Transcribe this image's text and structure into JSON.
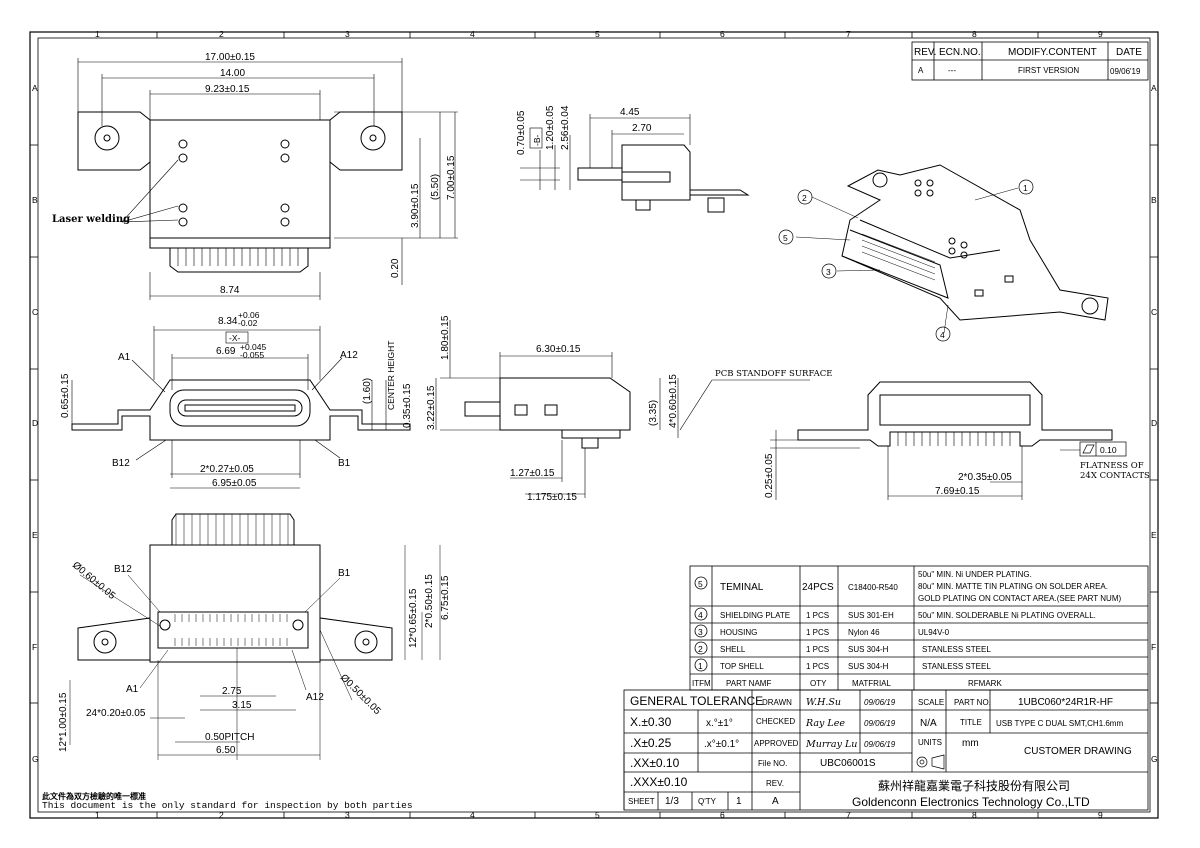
{
  "grid": {
    "cols": [
      "1",
      "2",
      "3",
      "4",
      "5",
      "6",
      "7",
      "8",
      "9"
    ],
    "rows": [
      "A",
      "B",
      "C",
      "D",
      "E",
      "F",
      "G"
    ]
  },
  "revision": {
    "headers": [
      "REV.",
      "ECN.NO.",
      "MODIFY.CONTENT",
      "DATE"
    ],
    "row": [
      "A",
      "---",
      "FIRST VERSION",
      "09/06'19"
    ]
  },
  "top_view": {
    "dims": [
      "17.00±0.15",
      "14.00",
      "9.23±0.15",
      "8.74",
      "3.90±0.15",
      "(5.50)",
      "7.00±0.15",
      "0.20"
    ],
    "laser_label": "Laser welding"
  },
  "side_top": {
    "dims": [
      "4.45",
      "2.70",
      "0.70±0.05",
      "1.20±0.05",
      "2.56±0.04"
    ],
    "datum": "-B-"
  },
  "front_view": {
    "dims": [
      "6.69",
      "0.65±0.15",
      "(1.60)",
      "0.35±0.15",
      "2*0.27±0.05",
      "6.95±0.05"
    ],
    "width_dim": "8.34",
    "width_tol_plus": "+0.06",
    "width_tol_minus": "-0.02",
    "inner_tol_plus": "+0.045",
    "inner_tol_minus": "-0.055",
    "datum": "-X-",
    "center_label": "CENTER HEIGHT",
    "pins": [
      "A1",
      "A12",
      "B12",
      "B1"
    ]
  },
  "side_view": {
    "dims": [
      "6.30±0.15",
      "1.80±0.15",
      "3.22±0.15",
      "1.27±0.15",
      "1.175±0.15",
      "(3.35)",
      "4*0.60±0.15"
    ],
    "standoff_label": "PCB STANDOFF SURFACE"
  },
  "rear_view": {
    "dims": [
      "0.25±0.05",
      "2*0.35±0.05",
      "7.69±0.15"
    ],
    "flatness_value": "0.10",
    "flatness_label_1": "FLATNESS OF",
    "flatness_label_2": "24X CONTACTS"
  },
  "bottom_view": {
    "dims": [
      "12*0.65±0.15",
      "2*0.50±0.15",
      "6.75±0.15",
      "2.75",
      "3.15",
      "24*0.20±0.05",
      "0.50PITCH",
      "6.50",
      "12*1.00±0.15"
    ],
    "dia_1": "Ø0.60±0.05",
    "dia_2": "Ø0.50±0.05",
    "pins": [
      "B12",
      "B1",
      "A1",
      "A12"
    ]
  },
  "iso_balloons": [
    "1",
    "2",
    "3",
    "4",
    "5"
  ],
  "bom": {
    "rows": [
      {
        "item": "5",
        "name": "TEMINAL",
        "qty": "24PCS",
        "material": "C18400-R540",
        "remark": [
          "50u\" MIN. Ni UNDER PLATING.",
          "80u\" MIN. MATTE TIN PLATING ON SOLDER AREA.",
          "GOLD PLATING ON CONTACT AREA.(SEE PART NUM)"
        ]
      },
      {
        "item": "4",
        "name": "SHIELDING PLATE",
        "qty": "1 PCS",
        "material": "SUS 301-EH",
        "remark": [
          "50u\" MIN. SOLDERABLE Ni PLATING OVERALL."
        ]
      },
      {
        "item": "3",
        "name": "HOUSING",
        "qty": "1 PCS",
        "material": "Nylon 46",
        "remark": [
          "UL94V-0"
        ]
      },
      {
        "item": "2",
        "name": "SHELL",
        "qty": "1 PCS",
        "material": "SUS 304-H",
        "remark": [
          "STANLESS STEEL"
        ]
      },
      {
        "item": "1",
        "name": "TOP SHELL",
        "qty": "1 PCS",
        "material": "SUS 304-H",
        "remark": [
          "STANLESS STEEL"
        ]
      }
    ],
    "header": [
      "ITFM",
      "PART NAMF",
      "OTY",
      "MATFRIAL",
      "RFMARK"
    ]
  },
  "title_block": {
    "general_tolerance": "GENERAL TOLERANCE",
    "tol": [
      "X.±0.30",
      ".X±0.25",
      ".XX±0.10",
      ".XXX±0.10"
    ],
    "ang": [
      "x.°±1°",
      ".x°±0.1°"
    ],
    "drawn_label": "DRAWN",
    "drawn": "W.H.Su",
    "drawn_date": "09/06/19",
    "checked_label": "CHECKED",
    "checked": "Ray Lee",
    "checked_date": "09/06/19",
    "approved_label": "APPROVED",
    "approved": "Murray Lu",
    "approved_date": "09/06/19",
    "scale_label": "SCALE",
    "scale": "N/A",
    "units_label": "UNITS",
    "units": "mm",
    "part_no_label": "PART NO.",
    "part_no": "1UBC060*24R1R-HF",
    "title_label": "TITLE",
    "title": "USB TYPE C DUAL SMT,CH1.6mm",
    "file_no_label": "File NO.",
    "file_no": "UBC06001S",
    "rev_label": "REV.",
    "rev": "A",
    "sheet_label": "SHEET",
    "sheet": "1/3",
    "qty_label": "Q'TY",
    "qty": "1",
    "customer": "CUSTOMER DRAWING",
    "company_cn": "蘇州祥龍嘉業電子科技股份有限公司",
    "company_en": "Goldenconn Electronics Technology Co.,LTD"
  },
  "footer": {
    "cn": "此文件為双方檢驗的唯一標准",
    "en": "This document is the only standard for inspection by both parties"
  }
}
